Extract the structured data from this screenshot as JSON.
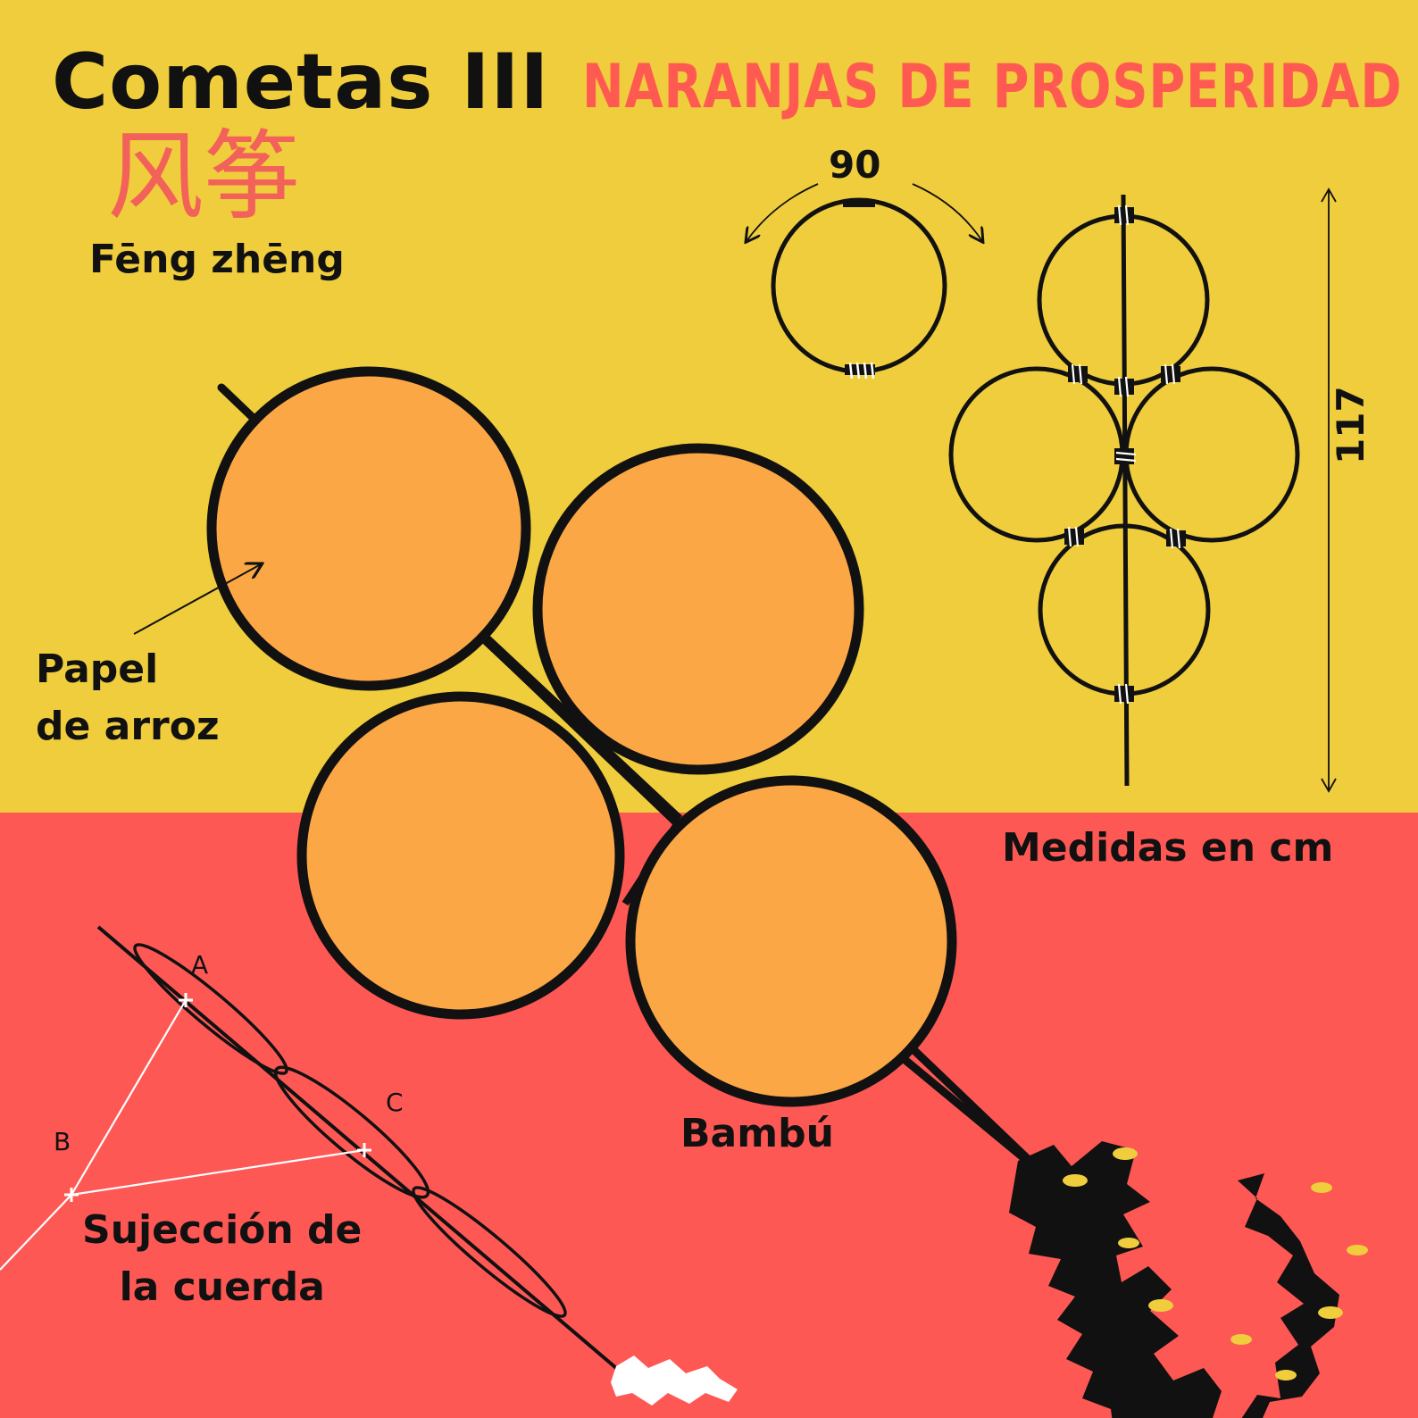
{
  "colors": {
    "top_background": "#efcd3c",
    "bottom_background": "#fe5855",
    "orange_fill": "#fca745",
    "outline": "#111111",
    "accent_red": "#ff5a52"
  },
  "header": {
    "title": "Cometas III",
    "hanzi": "风筝",
    "pinyin": "Fēng zhēng",
    "subtitle": "NARANJAS DE PROSPERIDAD"
  },
  "labels": {
    "papel_line1": "Papel",
    "papel_line2": "de arroz",
    "medidas": "Medidas en cm",
    "bambu": "Bambú",
    "sujecion_line1": "Sujección de",
    "sujecion_line2": "la cuerda"
  },
  "dimensions": {
    "circumference": "90",
    "height": "117"
  },
  "points": {
    "a": "A",
    "b": "B",
    "c": "C"
  },
  "icons": [
    "kite-frame-diagram",
    "circle-loop-icon",
    "bridle-side-view",
    "tail-ribbon"
  ]
}
